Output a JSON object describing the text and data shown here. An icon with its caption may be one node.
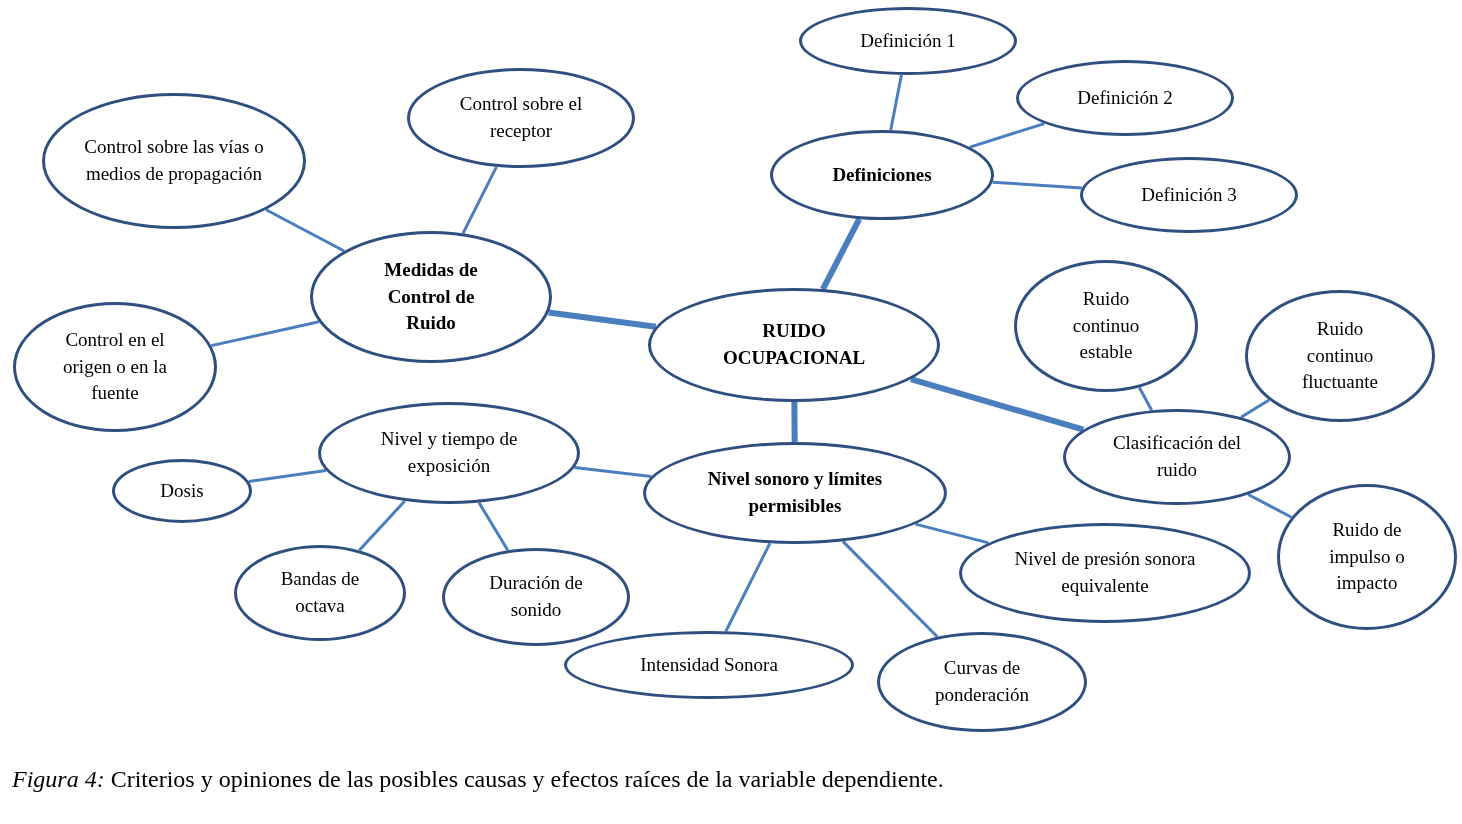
{
  "diagram": {
    "caption": "*Figura 4:* Criterios y opiniones de las posibles causas y efectos raíces de la variable dependiente.",
    "nodes": [
      {
        "text": [
          "RUIDO OCUPACIONAL"
        ]
      },
      {
        "text": [
          "Medidas de Control de Ruido"
        ]
      },
      {
        "text": [
          "Control sobre las vías o medios de propagación"
        ]
      },
      {
        "text": [
          "Control sobre el receptor"
        ]
      },
      {
        "text": [
          "Control en el origen o en la fuente"
        ]
      },
      {
        "text": [
          "Definiciones"
        ]
      },
      {
        "text": [
          "Definición 1"
        ]
      },
      {
        "text": [
          "Definición 2"
        ]
      },
      {
        "text": [
          "Definición 3"
        ]
      },
      {
        "text": [
          "Nivel sonoro y límites permisibles"
        ]
      },
      {
        "text": [
          "Nivel y tiempo de exposición"
        ]
      },
      {
        "text": [
          "Dosis"
        ]
      },
      {
        "text": [
          "Bandas de octava"
        ]
      },
      {
        "text": [
          "Duración de sonido"
        ]
      },
      {
        "text": [
          "Intensidad Sonora"
        ]
      },
      {
        "text": [
          "Curvas de ponderación"
        ]
      },
      {
        "text": [
          "Nivel de presión sonora equivalente"
        ]
      },
      {
        "text": [
          "Clasificación del ruido"
        ]
      },
      {
        "text": [
          "Ruido continuo estable"
        ]
      },
      {
        "text": [
          "Ruido continuo fluctuante"
        ]
      },
      {
        "text": [
          "Ruido de impulso o impacto"
        ]
      }
    ],
    "edges": [
      {
        "from": 0,
        "to": 1,
        "arrow": "none",
        "style": "thick"
      },
      {
        "from": 0,
        "to": 5,
        "arrow": "none",
        "style": "thick"
      },
      {
        "from": 0,
        "to": 9,
        "arrow": "none",
        "style": "thick"
      },
      {
        "from": 0,
        "to": 17,
        "arrow": "none",
        "style": "thick"
      },
      {
        "from": 1,
        "to": 2,
        "arrow": "none"
      },
      {
        "from": 1,
        "to": 3,
        "arrow": "none"
      },
      {
        "from": 1,
        "to": 4,
        "arrow": "none"
      },
      {
        "from": 5,
        "to": 6,
        "arrow": "none"
      },
      {
        "from": 5,
        "to": 7,
        "arrow": "none"
      },
      {
        "from": 5,
        "to": 8,
        "arrow": "none"
      },
      {
        "from": 9,
        "to": 10,
        "arrow": "none"
      },
      {
        "from": 9,
        "to": 14,
        "arrow": "none"
      },
      {
        "from": 9,
        "to": 15,
        "arrow": "none"
      },
      {
        "from": 9,
        "to": 16,
        "arrow": "none"
      },
      {
        "from": 10,
        "to": 11,
        "arrow": "none"
      },
      {
        "from": 10,
        "to": 12,
        "arrow": "none"
      },
      {
        "from": 10,
        "to": 13,
        "arrow": "none"
      },
      {
        "from": 17,
        "to": 18,
        "arrow": "none"
      },
      {
        "from": 17,
        "to": 19,
        "arrow": "none"
      },
      {
        "from": 17,
        "to": 20,
        "arrow": "none"
      }
    ]
  }
}
